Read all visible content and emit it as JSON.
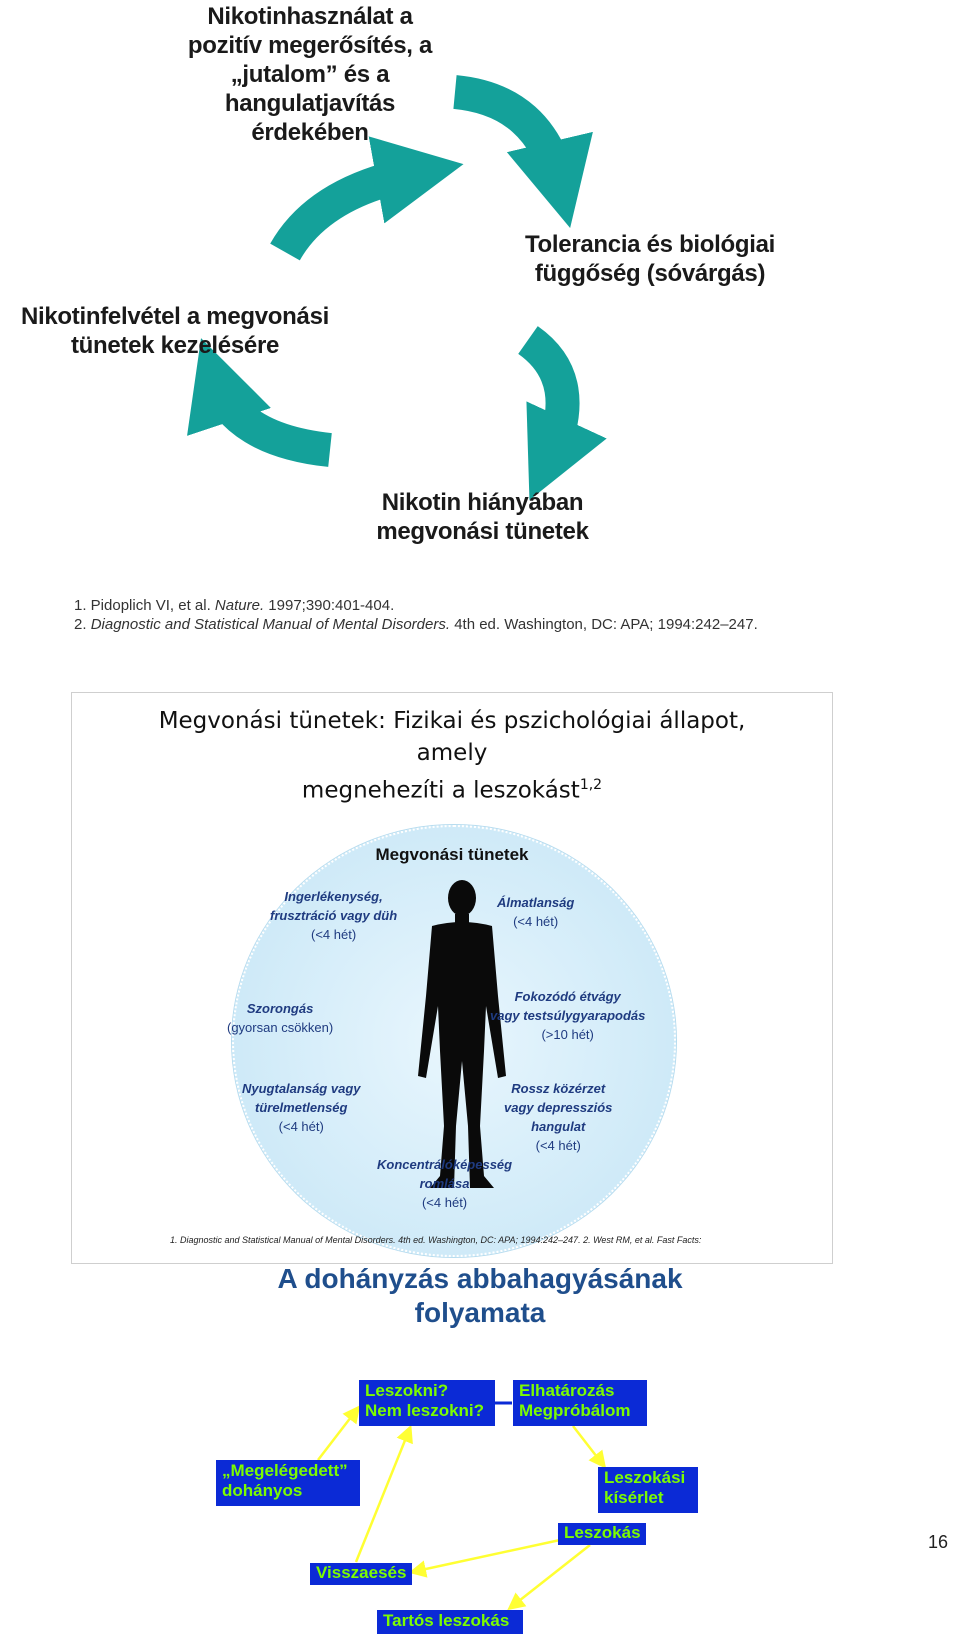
{
  "cycle": {
    "top": [
      "Nikotinhasználat a",
      "pozitív megerősítés, a",
      "„jutalom” és a",
      "hangulatjavítás",
      "érdekében"
    ],
    "right": [
      "Tolerancia és biológiai",
      "függőség (sóvárgás)"
    ],
    "left": [
      "Nikotinfelvétel a megvonási",
      "tünetek kezelésére"
    ],
    "bottom": [
      "Nikotin hiányában",
      "megvonási tünetek"
    ],
    "arrow_color": "#14a19a"
  },
  "refs1": {
    "line1_a": "1. Pidoplich VI, et al. ",
    "line1_journal": "Nature.",
    "line1_b": " 1997;390:401-404.",
    "line2_a": "2. ",
    "line2_title": "Diagnostic and Statistical Manual of Mental Disorders.",
    "line2_b": " 4th ed. Washington, DC: APA; 1994:242–247."
  },
  "slide2": {
    "title_line1": "Megvonási tünetek: Fizikai és pszichológiai állapot,",
    "title_line2": "amely",
    "title_line3": "megnehezíti a leszokást",
    "title_sup": "1,2",
    "circle_title": "Megvonási tünetek",
    "symptoms": {
      "irr": {
        "l1": "Ingerlékenység,",
        "l2": "frusztráció vagy düh",
        "dur": "(<4 hét)"
      },
      "ins": {
        "l1": "Álmatlanság",
        "dur": "(<4 hét)"
      },
      "anx": {
        "l1": "Szorongás",
        "dur": "(gyorsan csökken)"
      },
      "app": {
        "l1": "Fokozódó étvágy",
        "l2": "vagy testsúlygyarapodás",
        "dur": "(>10 hét)"
      },
      "rest": {
        "l1": "Nyugtalanság vagy",
        "l2": "türelmetlenség",
        "dur": "(<4 hét)"
      },
      "mood": {
        "l1": "Rossz közérzet",
        "l2": "vagy depressziós",
        "l3": "hangulat",
        "dur": "(<4 hét)"
      },
      "conc": {
        "l1": "Koncentrálóképesség",
        "l2": "romlása",
        "dur": "(<4 hét)"
      }
    },
    "refs": "1. Diagnostic and Statistical Manual of Mental Disorders. 4th ed. Washington, DC: APA; 1994:242–247. 2. West RM, et al. Fast Facts:"
  },
  "process": {
    "title_line1": "A dohányzás abbahagyásának",
    "title_line2": "folyamata",
    "q_l1": "Leszokni?",
    "q_l2": "Nem leszokni?",
    "dec_l1": "Elhatározás",
    "dec_l2": "Megpróbálom",
    "sat_l1": "„Megelégedett”",
    "sat_l2": "dohányos",
    "try_l1": "Leszokási",
    "try_l2": "kísérlet",
    "quit": "Leszokás",
    "relapse": "Visszaesés",
    "lasting": "Tartós leszokás",
    "box_color": "#0b2ad6",
    "text_color": "#7CFC00",
    "arrow_color": "#ffff33"
  },
  "page_number": "16"
}
